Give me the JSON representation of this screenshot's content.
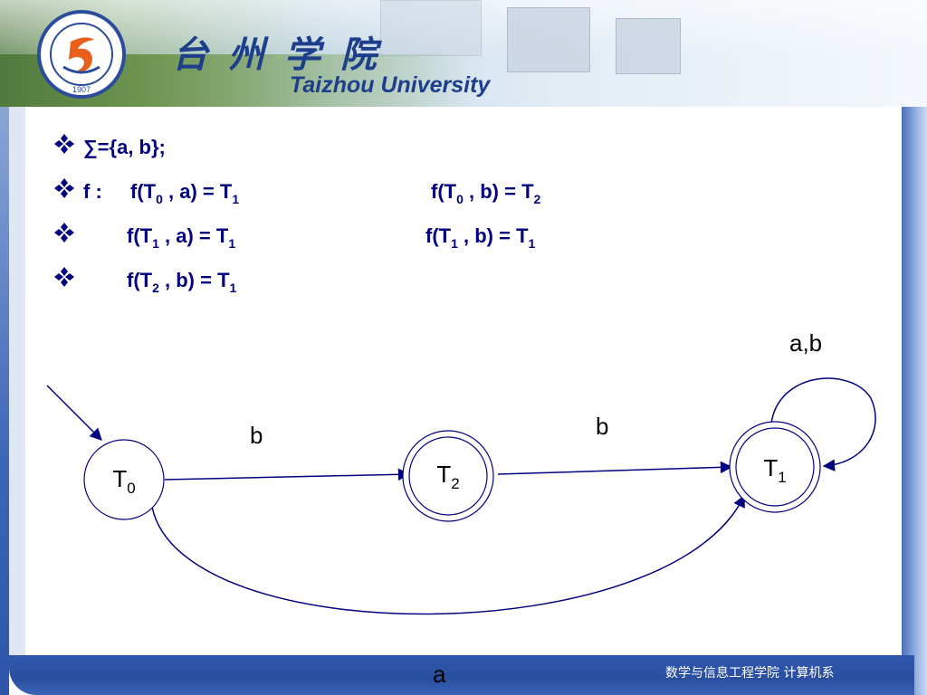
{
  "header": {
    "school_name_cn": "台州学院",
    "school_name_en": "Taizhou University",
    "logo_year": "1907"
  },
  "bullets": [
    {
      "text": "∑={a, b};"
    },
    {
      "prefix": "f :",
      "left": {
        "fn": "f(T",
        "sub": "0",
        "rest": " , a) = T",
        "rsub": "1"
      },
      "right": {
        "fn": "f(T",
        "sub": "0",
        "rest": " , b) = T",
        "rsub": "2"
      }
    },
    {
      "left": {
        "fn": "f(T",
        "sub": "1",
        "rest": " , a) = T",
        "rsub": "1"
      },
      "right": {
        "fn": "f(T",
        "sub": "1",
        "rest": " , b) = T",
        "rsub": "1"
      }
    },
    {
      "left": {
        "fn": "f(T",
        "sub": "2",
        "rest": " , b) = T",
        "rsub": "1"
      }
    }
  ],
  "diagram": {
    "states": [
      {
        "id": "T0",
        "name": "T",
        "sub": "0",
        "accepting": false
      },
      {
        "id": "T2",
        "name": "T",
        "sub": "2",
        "accepting": true
      },
      {
        "id": "T1",
        "name": "T",
        "sub": "1",
        "accepting": true
      }
    ],
    "edges": [
      {
        "from": "T0",
        "to": "T2",
        "label": "b"
      },
      {
        "from": "T2",
        "to": "T1",
        "label": "b"
      },
      {
        "from": "T1",
        "to": "T1",
        "label": "a,b"
      },
      {
        "from": "T0",
        "to": "T1",
        "label": "a"
      }
    ],
    "start_state": "T0"
  },
  "footer": {
    "department": "数学与信息工程学院    计算机系"
  },
  "colors": {
    "text_primary": "#000080",
    "accent_blue": "#2f58ad",
    "banner_text": "#1d3e8a"
  }
}
